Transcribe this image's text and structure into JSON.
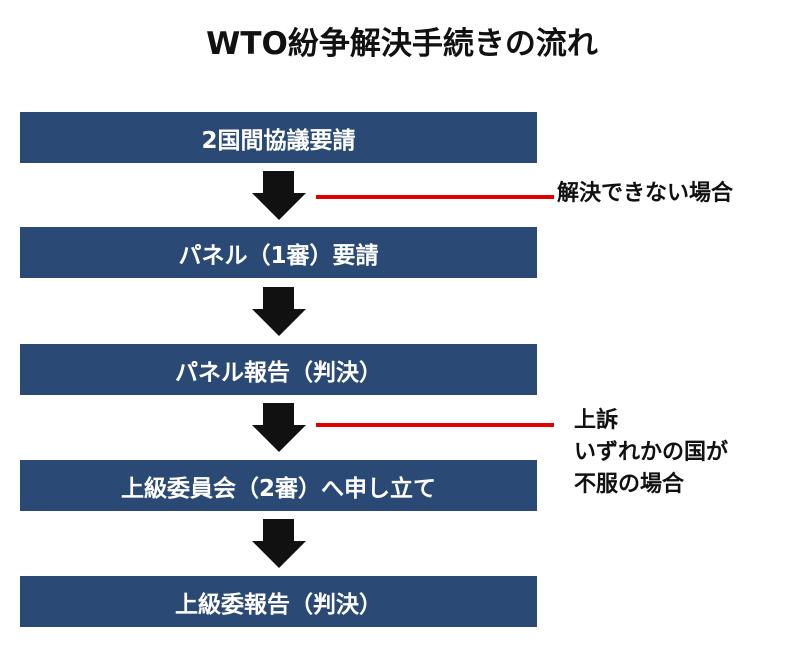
{
  "title": "WTO紛争解決手続きの流れ",
  "colors": {
    "box": "#2a4a75",
    "box_text": "#ffffff",
    "arrow": "#111111",
    "connector": "#e00000",
    "note_text": "#111111"
  },
  "steps": [
    {
      "label": "2国間協議要請"
    },
    {
      "label": "パネル（1審）要請"
    },
    {
      "label": "パネル報告（判決）"
    },
    {
      "label": "上級委員会（2審）へ申し立て"
    },
    {
      "label": "上級委報告（判決）"
    }
  ],
  "arrows": [
    {
      "from": 0,
      "to": 1,
      "icon": "down-arrow-icon"
    },
    {
      "from": 1,
      "to": 2,
      "icon": "down-arrow-icon"
    },
    {
      "from": 2,
      "to": 3,
      "icon": "down-arrow-icon"
    },
    {
      "from": 3,
      "to": 4,
      "icon": "down-arrow-icon"
    }
  ],
  "notes": [
    {
      "attached_to_arrow": 0,
      "lines": [
        "解決できない場合"
      ]
    },
    {
      "attached_to_arrow": 2,
      "lines": [
        "上訴",
        "いずれかの国が",
        "不服の場合"
      ]
    }
  ]
}
